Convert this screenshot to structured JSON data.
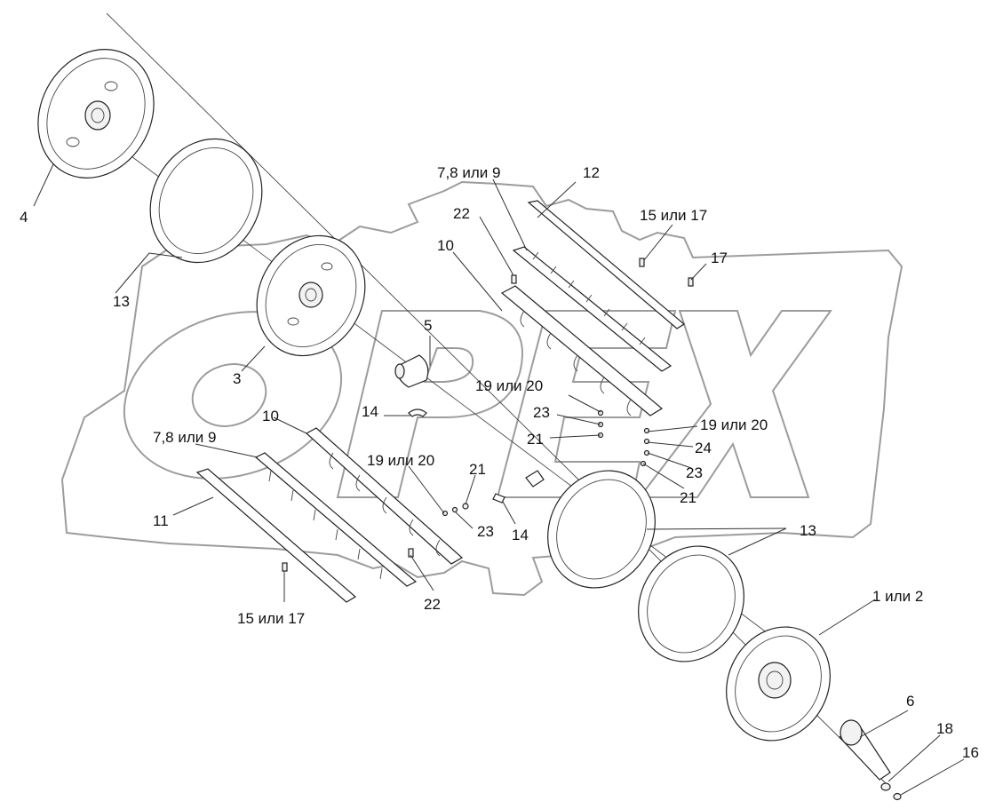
{
  "diagram": {
    "watermark_text": "OPEX",
    "callouts": {
      "c4": "4",
      "c13a": "13",
      "c3": "3",
      "c5": "5",
      "c10a": "10",
      "c22a": "22",
      "c789a": "7,8 или 9",
      "c12": "12",
      "c1517a": "15 или 17",
      "c17": "17",
      "c1920a": "19 или 20",
      "c23a": "23",
      "c21a": "21",
      "c1920b": "19 или 20",
      "c24": "24",
      "c23b": "23",
      "c21b": "21",
      "c14a": "14",
      "c10b": "10",
      "c789b": "7,8 или 9",
      "c1920c": "19 или 20",
      "c21c": "21",
      "c11": "11",
      "c23c": "23",
      "c14b": "14",
      "c13b": "13",
      "c1517b": "15 или 17",
      "c22b": "22",
      "c12or": "1 или 2",
      "c6": "6",
      "c18": "18",
      "c16": "16"
    }
  }
}
